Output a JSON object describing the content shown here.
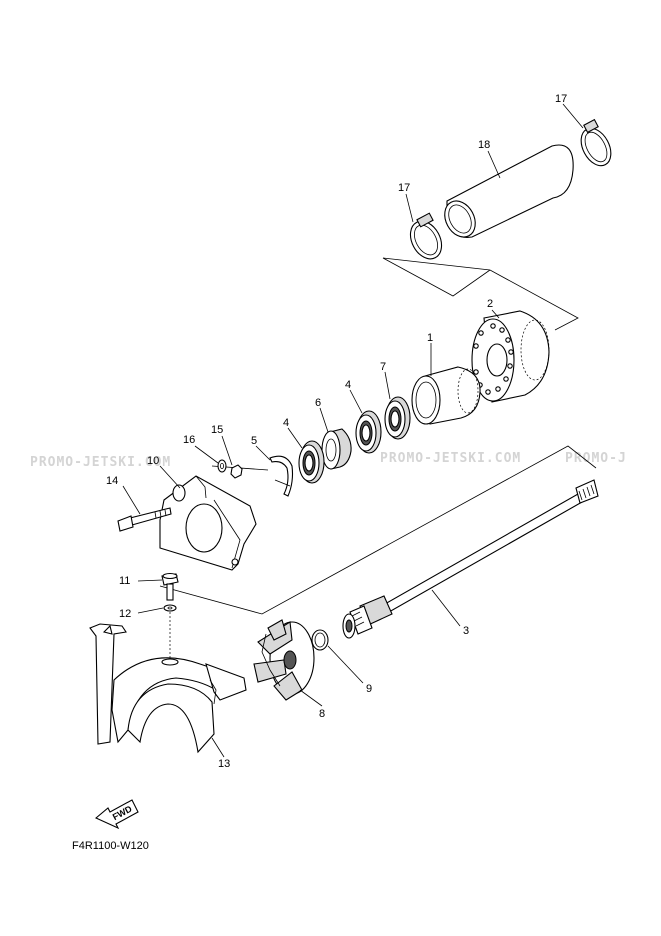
{
  "watermark": {
    "text_left": "PROMO-JETSKI.COM",
    "text_mid": "PROMO-JETSKI.COM",
    "text_right": "PROMO-J"
  },
  "callouts": {
    "c1": "1",
    "c2": "2",
    "c3": "3",
    "c4a": "4",
    "c4b": "4",
    "c5": "5",
    "c6": "6",
    "c7": "7",
    "c8": "8",
    "c9": "9",
    "c10": "10",
    "c11": "11",
    "c12": "12",
    "c13": "13",
    "c14": "14",
    "c15": "15",
    "c16": "16",
    "c17a": "17",
    "c17b": "17",
    "c18": "18"
  },
  "fwd_label": "FWD",
  "diagram_code": "F4R1100-W120"
}
